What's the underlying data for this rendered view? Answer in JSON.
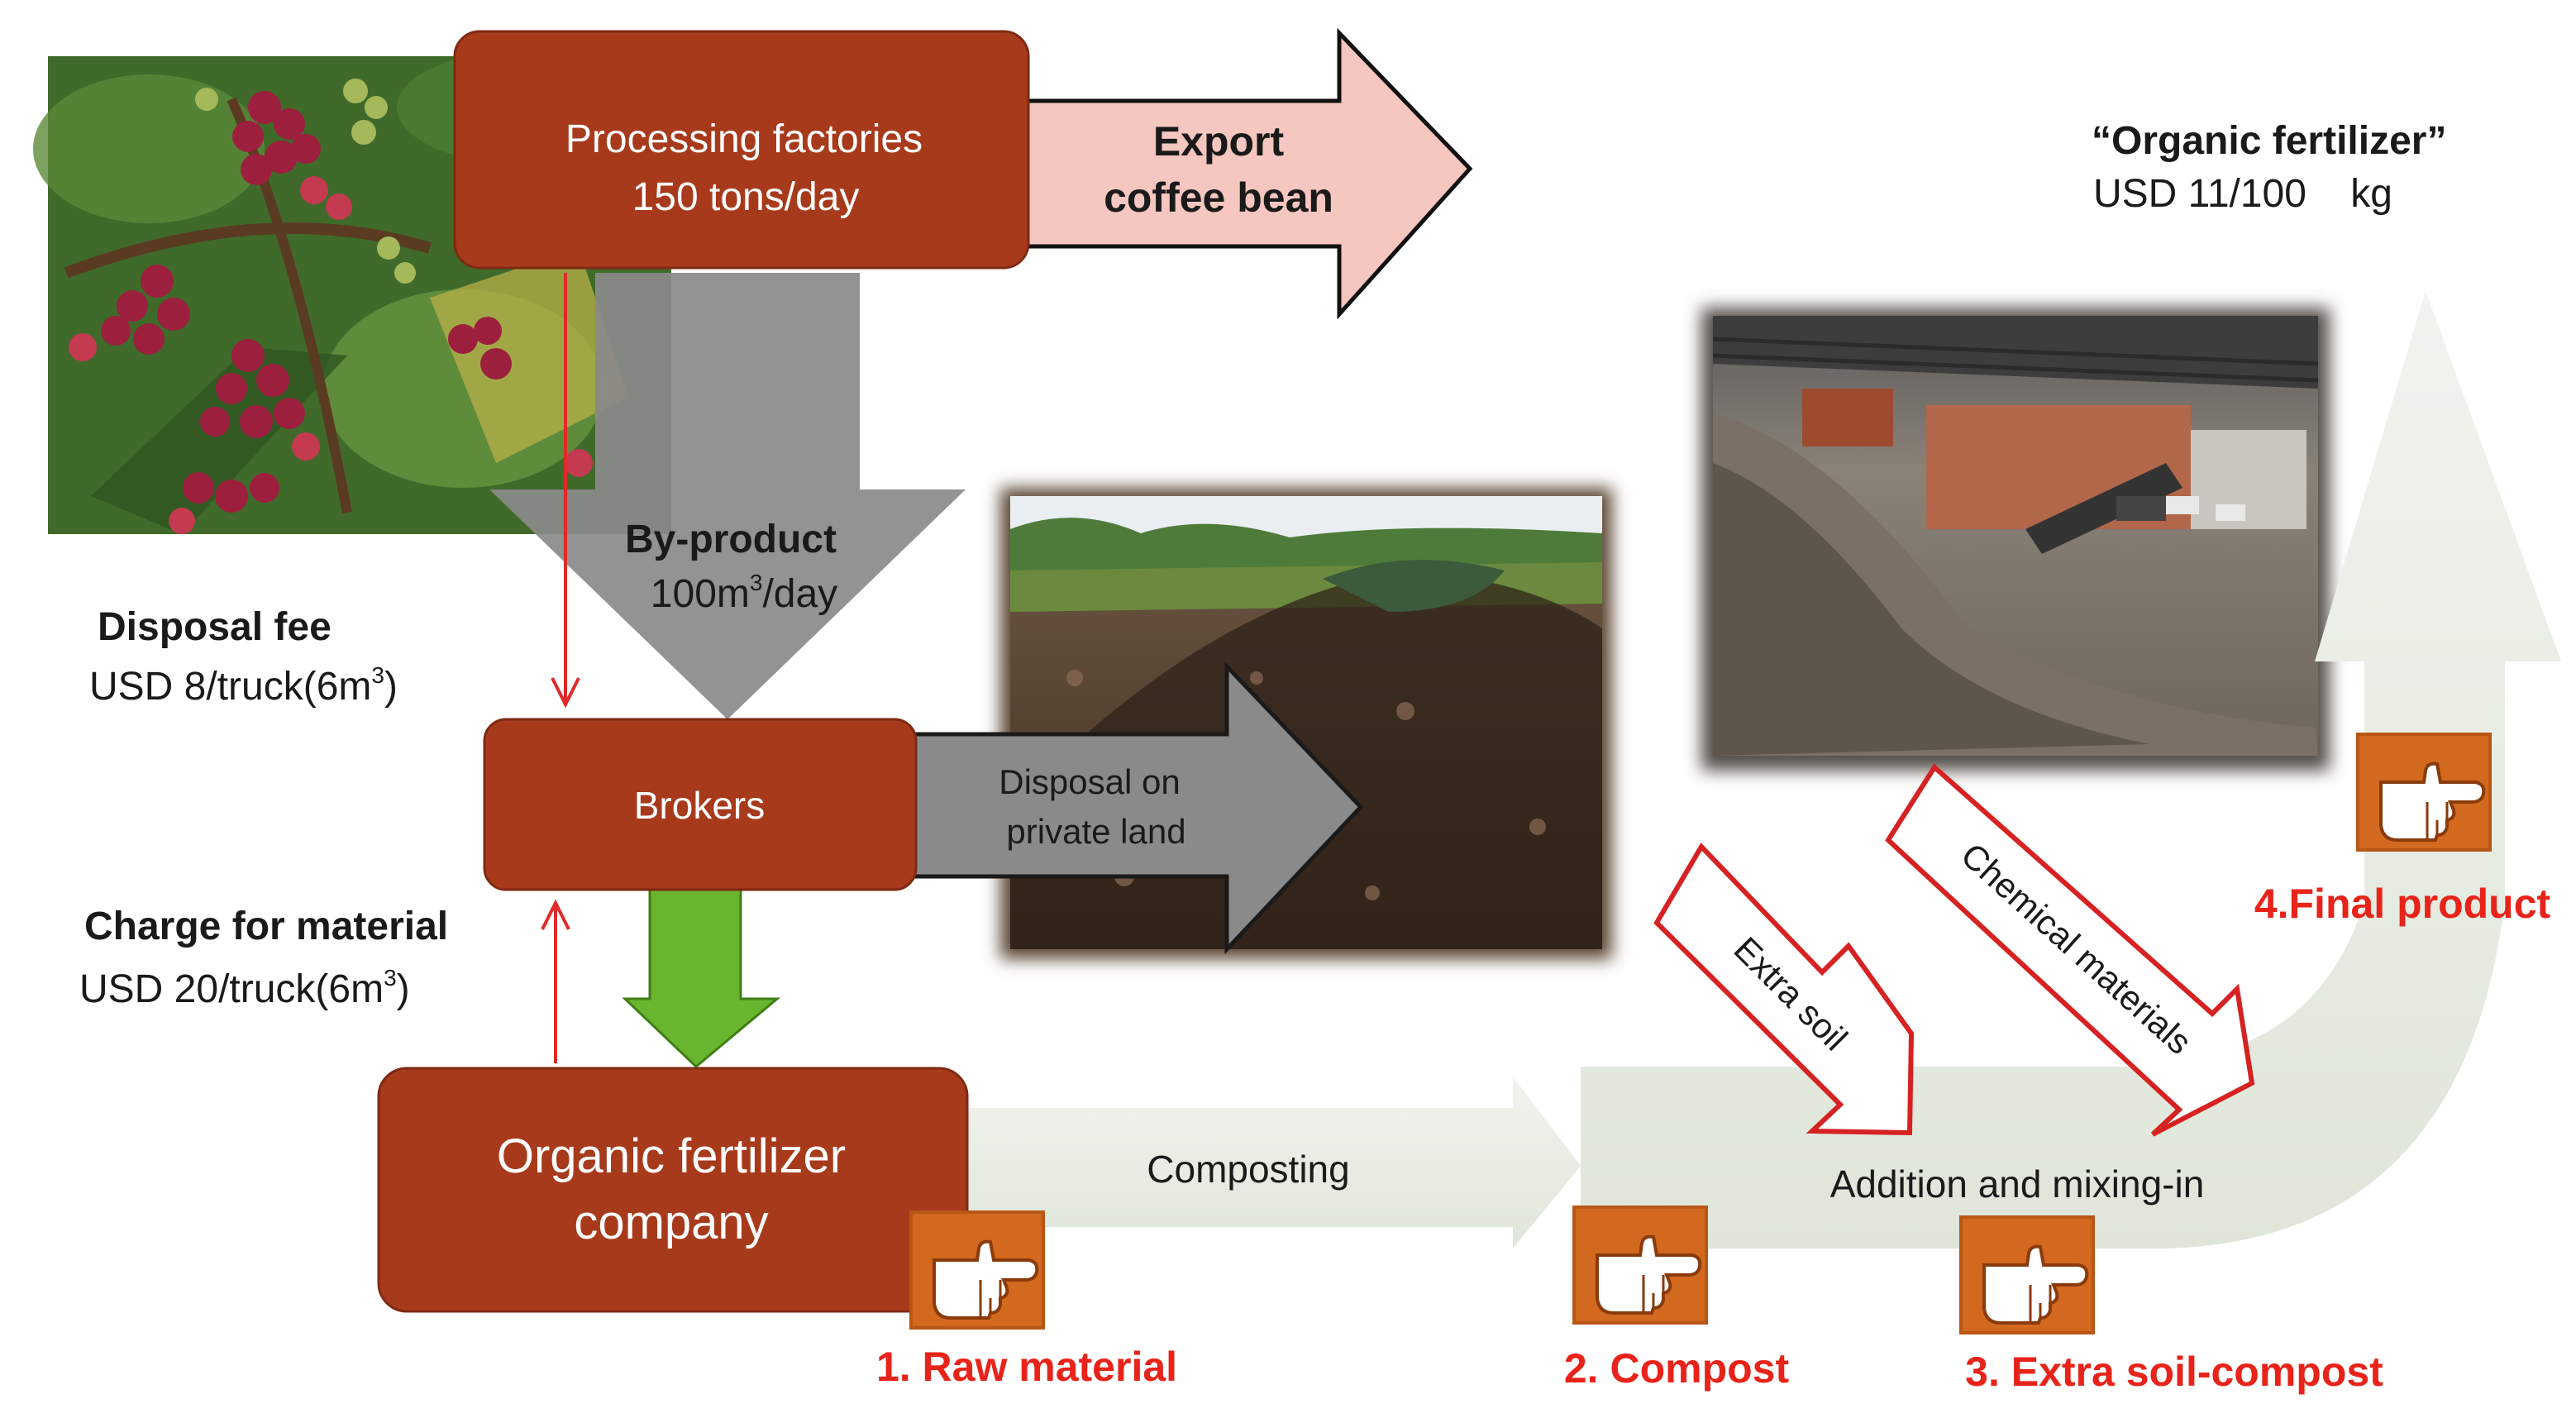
{
  "colors": {
    "brown_box": "#a83a1c",
    "light_pink_arrow": "#f6c6c0",
    "gray_arrow": "#8a8a8a",
    "green_arrow": "#6ab52e",
    "pale_sage_arrow": "#e3e8dd",
    "icon_orange": "#d2691e",
    "label_red": "#e8231a"
  },
  "boxes": {
    "processing_line1": "Processing factories",
    "processing_line2": "150 tons/day",
    "brokers": "Brokers",
    "company_line1": "Organic fertilizer",
    "company_line2": "company"
  },
  "arrows": {
    "export_line1": "Export",
    "export_line2": "coffee bean",
    "byproduct_title": "By-product",
    "byproduct_amount_prefix": "100m",
    "byproduct_amount_sup": "3",
    "byproduct_amount_suffix": "/day",
    "disposal_line1": "Disposal on",
    "disposal_line2": "private land",
    "composting": "Composting",
    "addition": "Addition and mixing-in",
    "extra_soil": "Extra soil",
    "chemical": "Chemical materials"
  },
  "fees": {
    "disposal_title": "Disposal fee",
    "disposal_value_prefix": "USD 8/truck(6m",
    "disposal_value_sup": "3",
    "disposal_value_suffix": ")",
    "charge_title": "Charge for material",
    "charge_value_prefix": "USD 20/truck(6m",
    "charge_value_sup": "3",
    "charge_value_suffix": ")"
  },
  "fertilizer_price": {
    "title": "“Organic fertilizer”",
    "value": "USD 11/100    kg"
  },
  "steps": [
    {
      "label": "1. Raw material",
      "icon": "pointing-hand-icon"
    },
    {
      "label": "2. Compost",
      "icon": "pointing-hand-icon"
    },
    {
      "label": "3. Extra soil-compost",
      "icon": "pointing-hand-icon"
    },
    {
      "label": "4.Final product",
      "icon": "pointing-hand-icon"
    }
  ],
  "photos": {
    "coffee": "coffee-cherries-photo",
    "land": "land-disposal-photo",
    "factory": "compost-factory-photo"
  }
}
